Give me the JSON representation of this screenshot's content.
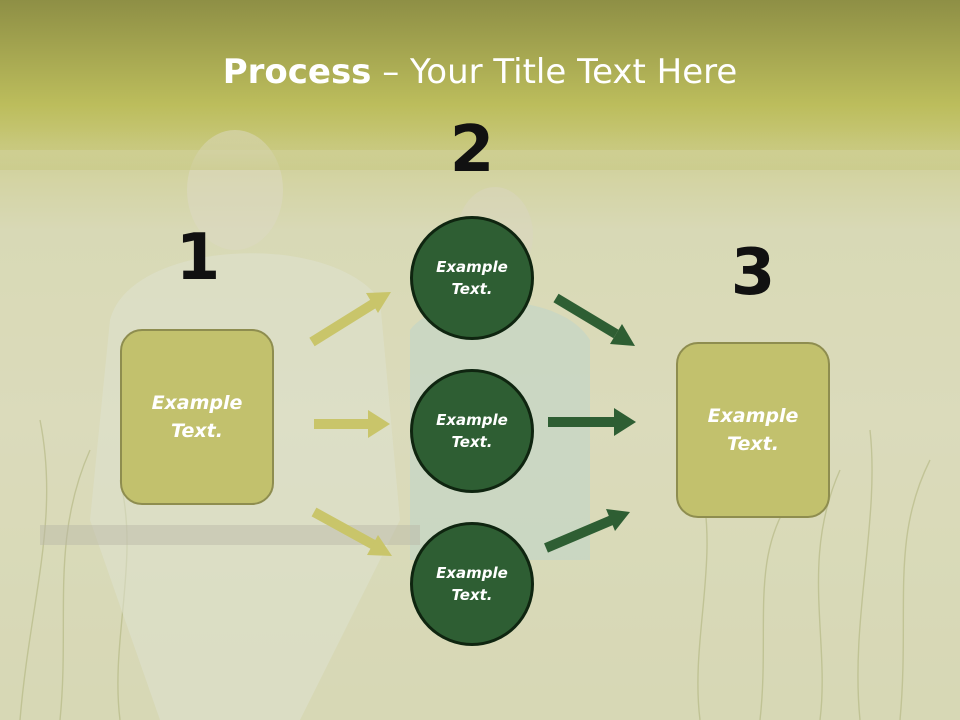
{
  "title": {
    "bold": "Process",
    "rest": " – Your Title Text Here"
  },
  "steps": {
    "one": "1",
    "two": "2",
    "three": "3"
  },
  "boxes": {
    "left": "Example Text.",
    "right": "Example Text."
  },
  "circles": {
    "top": "Example Text.",
    "middle": "Example Text.",
    "bottom": "Example Text."
  },
  "colors": {
    "header_band": "#bcbd5c",
    "box_fill": "#c2c16d",
    "circle_fill": "#2e5e33",
    "arrow_olive": "#c9c56a",
    "arrow_green": "#2e5e33"
  }
}
